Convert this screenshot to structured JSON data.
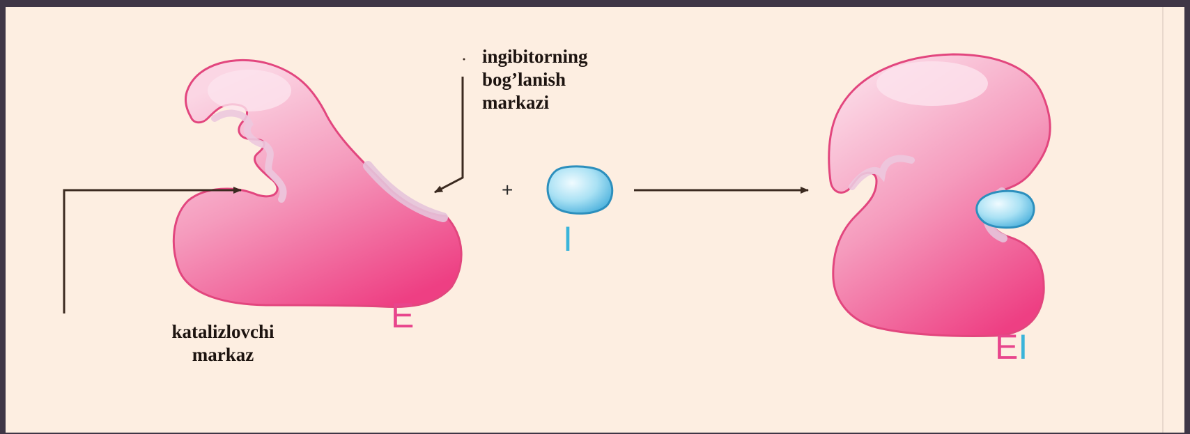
{
  "labels": {
    "inhibitor_site": [
      "ingibitorning",
      "bog’lanish",
      "markazi"
    ],
    "catalytic_site": [
      "katalizlovchi",
      "markaz"
    ],
    "enzyme": "E",
    "inhibitor": "I",
    "plus": "+",
    "complex_e": "E",
    "complex_i": "I"
  },
  "colors": {
    "enzyme_fill": "#f06b9c",
    "enzyme_outline": "#e2467e",
    "enzyme_highlight": "#fbd3e2",
    "site_band": "#e9c6dc",
    "inhibitor_fill": "#8fd6ef",
    "inhibitor_outline": "#2c8fbd",
    "letter_magenta": "#e8458c",
    "letter_cyan": "#3ab4da",
    "arrow": "#3b2a20",
    "background": "#fdeee1"
  }
}
